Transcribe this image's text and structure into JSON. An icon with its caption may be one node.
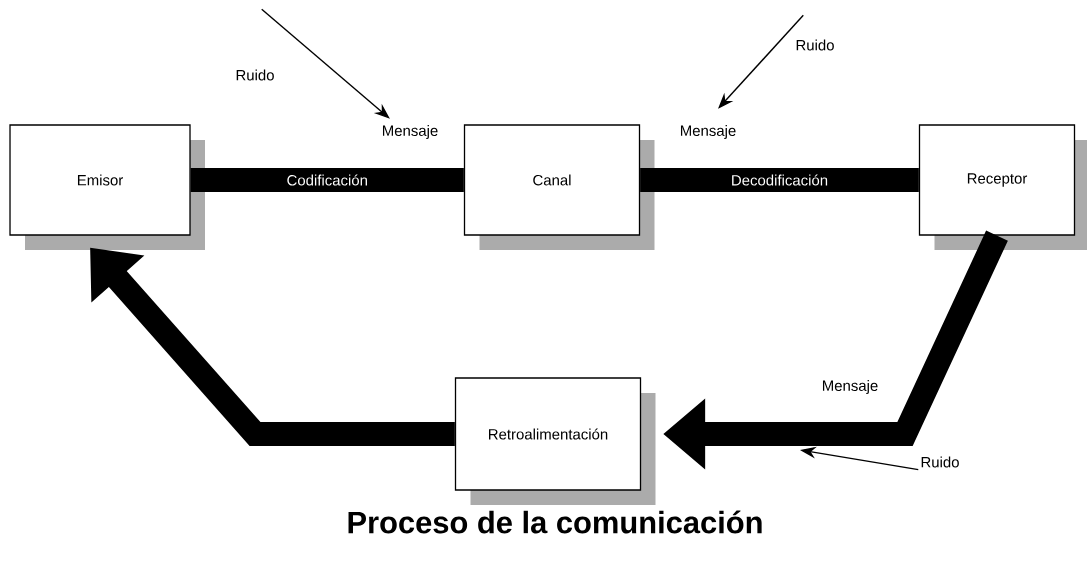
{
  "diagram": {
    "title": "Proceso de la comunicación",
    "nodes": [
      {
        "text": [
          "Emisor"
        ]
      },
      {
        "text": [
          "Canal"
        ]
      },
      {
        "text": [
          "Receptor"
        ]
      },
      {
        "text": [
          "Retroalimentación"
        ]
      },
      {
        "text": [
          "Ruido"
        ]
      },
      {
        "text": [
          "Mensaje"
        ]
      },
      {
        "text": [
          "Ruido"
        ]
      },
      {
        "text": [
          "Mensaje"
        ]
      },
      {
        "text": [
          "Ruido"
        ]
      }
    ],
    "edges": [
      {
        "from": 0,
        "to": 1,
        "arrow": "none",
        "label": "Codificación"
      },
      {
        "from": 1,
        "to": 2,
        "arrow": "none",
        "label": "Decodificación"
      },
      {
        "from": 2,
        "to": 3,
        "arrow": "to"
      },
      {
        "from": 3,
        "to": 0,
        "arrow": "to"
      },
      {
        "from": 4,
        "to": 5,
        "arrow": "to"
      },
      {
        "from": 6,
        "to": 7,
        "arrow": "to"
      },
      {
        "from": 8,
        "to": null,
        "arrow": "to"
      }
    ],
    "labels": [
      "Mensaje"
    ]
  }
}
